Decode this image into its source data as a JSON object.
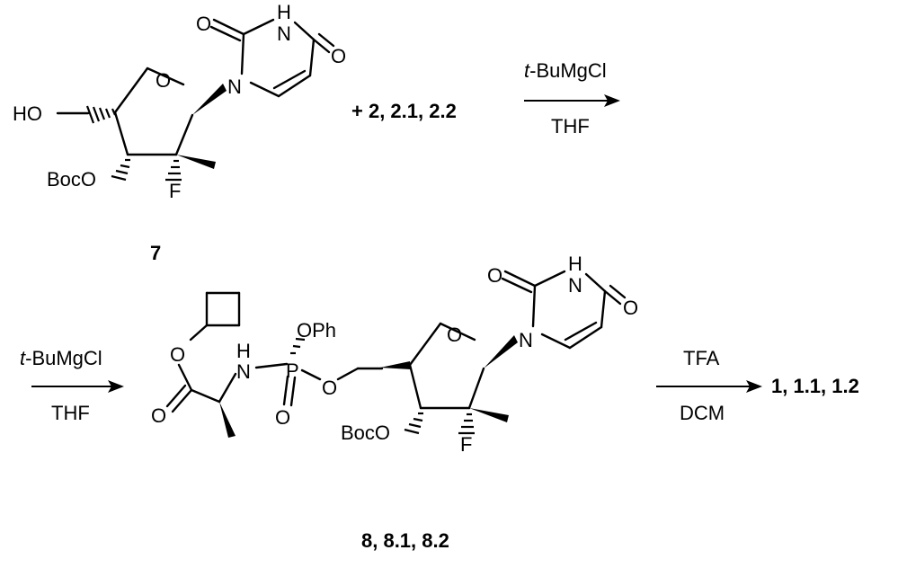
{
  "scheme": {
    "compound_7": {
      "label": "7",
      "atoms": {
        "HO": "HO",
        "O_ring": "O",
        "N1": "N",
        "H": "H",
        "NH": "N",
        "O2": "O",
        "O4": "O",
        "BocO": "BocO",
        "F": "F"
      }
    },
    "step1": {
      "plus_reagents": "+ 2, 2.1, 2.2",
      "reagent": "t-BuMgCl",
      "reagent_prefix": "t",
      "reagent_suffix": "-BuMgCl",
      "solvent": "THF"
    },
    "step2": {
      "reagent_prefix": "t",
      "reagent_suffix": "-BuMgCl",
      "solvent": "THF"
    },
    "compound_8": {
      "label": "8, 8.1, 8.2",
      "atoms": {
        "O_ester": "O",
        "O_carbonyl": "O",
        "NH_N": "N",
        "NH_H": "H",
        "P": "P",
        "OPh": "OPh",
        "O_P_eq": "O",
        "O_P_link": "O",
        "O_ring": "O",
        "N1": "N",
        "H": "H",
        "NH": "N",
        "O2": "O",
        "O4": "O",
        "BocO": "BocO",
        "F": "F"
      }
    },
    "step3": {
      "reagent": "TFA",
      "solvent": "DCM",
      "product": "1, 1.1, 1.2"
    }
  }
}
